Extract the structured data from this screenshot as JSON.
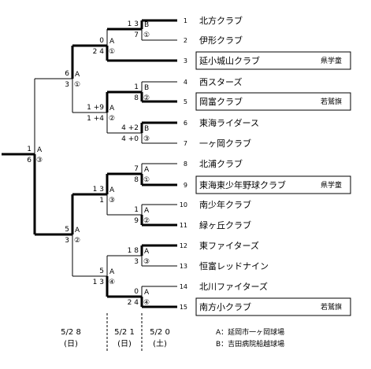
{
  "teams": [
    {
      "seed": "1",
      "name": "北方クラブ",
      "award": ""
    },
    {
      "seed": "2",
      "name": "伊形クラブ",
      "award": ""
    },
    {
      "seed": "3",
      "name": "延小城山クラブ",
      "award": "県学童"
    },
    {
      "seed": "4",
      "name": "西スターズ",
      "award": ""
    },
    {
      "seed": "5",
      "name": "岡富クラブ",
      "award": "若鷲旗"
    },
    {
      "seed": "6",
      "name": "東海ライダース",
      "award": ""
    },
    {
      "seed": "7",
      "name": "一ヶ岡クラブ",
      "award": ""
    },
    {
      "seed": "8",
      "name": "北浦クラブ",
      "award": ""
    },
    {
      "seed": "9",
      "name": "東海東少年野球クラブ",
      "award": "県学童"
    },
    {
      "seed": "10",
      "name": "南少年クラブ",
      "award": ""
    },
    {
      "seed": "11",
      "name": "緑ヶ丘クラブ",
      "award": ""
    },
    {
      "seed": "12",
      "name": "東ファイターズ",
      "award": ""
    },
    {
      "seed": "13",
      "name": "恒富レッドナイン",
      "award": ""
    },
    {
      "seed": "14",
      "name": "北川ファイターズ",
      "award": ""
    },
    {
      "seed": "15",
      "name": "南方小クラブ",
      "award": "若鷲旗"
    }
  ],
  "matches": [
    {
      "id": "r1-1",
      "venue": "B",
      "game_no": "1",
      "score_top": "1 3",
      "score_bottom": "7"
    },
    {
      "id": "r2-1",
      "venue": "A",
      "game_no": "1",
      "score_top": "0",
      "score_bottom": "2 4"
    },
    {
      "id": "r1-2",
      "venue": "B",
      "game_no": "2",
      "score_top": "1",
      "score_bottom": "8"
    },
    {
      "id": "r1-3",
      "venue": "B",
      "game_no": "3",
      "score_top": "4 +2",
      "score_bottom": "4 +0"
    },
    {
      "id": "r2-2",
      "venue": "A",
      "game_no": "2",
      "score_top": "1 +9",
      "score_bottom": "1 +4"
    },
    {
      "id": "sf-1",
      "venue": "A",
      "game_no": "1",
      "score_top": "6",
      "score_bottom": "3"
    },
    {
      "id": "r1-4",
      "venue": "A",
      "game_no": "1",
      "score_top": "7",
      "score_bottom": "8"
    },
    {
      "id": "r1-5",
      "venue": "A",
      "game_no": "2",
      "score_top": "1",
      "score_bottom": "9"
    },
    {
      "id": "r2-3",
      "venue": "A",
      "game_no": "3",
      "score_top": "1 3",
      "score_bottom": "1"
    },
    {
      "id": "r1-6",
      "venue": "A",
      "game_no": "3",
      "score_top": "1 8",
      "score_bottom": "3"
    },
    {
      "id": "r1-7",
      "venue": "A",
      "game_no": "4",
      "score_top": "0",
      "score_bottom": "2 4"
    },
    {
      "id": "r2-4",
      "venue": "A",
      "game_no": "4",
      "score_top": "5",
      "score_bottom": "1 3"
    },
    {
      "id": "sf-2",
      "venue": "A",
      "game_no": "2",
      "score_top": "5",
      "score_bottom": "3"
    },
    {
      "id": "final",
      "venue": "A",
      "game_no": "3",
      "score_top": "1",
      "score_bottom": "6"
    }
  ],
  "dates": [
    {
      "date": "5/2 8",
      "day": "(日)"
    },
    {
      "date": "5/2 1",
      "day": "(日)"
    },
    {
      "date": "5/2 0",
      "day": "(土)"
    }
  ],
  "legend": [
    "A：延岡市一ヶ岡球場",
    "B：吉田病院船越球場"
  ]
}
